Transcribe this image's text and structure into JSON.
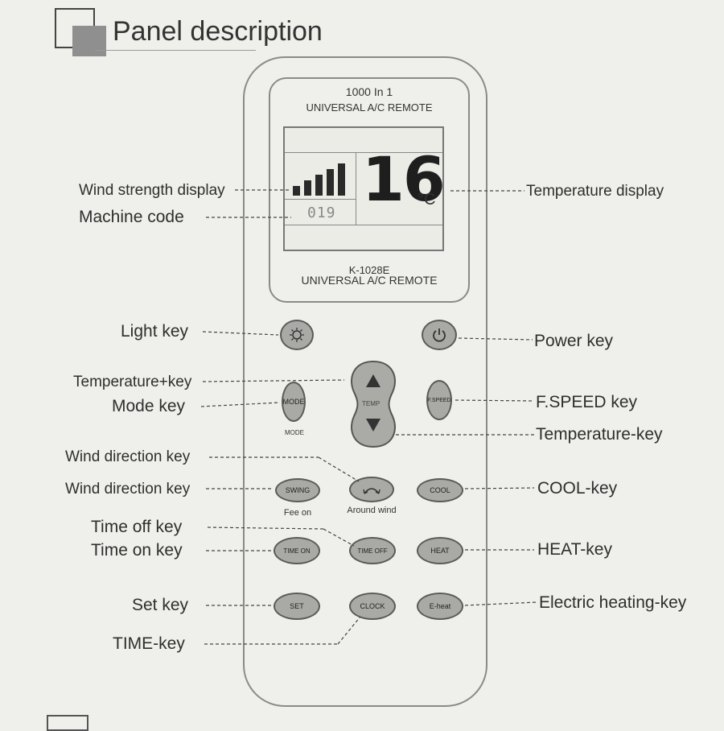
{
  "title": "Panel description",
  "remote": {
    "header_line1": "1000 In 1",
    "header_line2": "UNIVERSAL A/C REMOTE",
    "footer_line1": "K-1028E",
    "footer_line2": "UNIVERSAL A/C REMOTE"
  },
  "lcd": {
    "temperature": "16",
    "unit": "°C",
    "machine_code": "019",
    "wind_bars": 5
  },
  "buttons": {
    "mode": "MODE",
    "temp_center": "TEMP",
    "fspeed": "F.SPEED",
    "swing": "SWING",
    "swing_caption": "Fee on",
    "around": "Around wind",
    "cool": "COOL",
    "time_on": "TIME ON",
    "time_off": "TIME OFF",
    "heat": "HEAT",
    "set": "SET",
    "clock": "CLOCK",
    "eheat": "E-heat"
  },
  "labels": {
    "wind_strength": "Wind strength display",
    "machine_code": "Machine code",
    "temperature_display": "Temperature display",
    "light_key": "Light key",
    "power_key": "Power key",
    "temp_plus": "Temperature+key",
    "mode_key": "Mode key",
    "fspeed_key": "F.SPEED key",
    "temp_minus": "Temperature-key",
    "wind_dir_1": "Wind direction key",
    "wind_dir_2": "Wind direction key",
    "cool_key": "COOL-key",
    "time_off_key": "Time off key",
    "time_on_key": "Time on key",
    "heat_key": "HEAT-key",
    "set_key": "Set key",
    "electric_heating": "Electric heating-key",
    "time_key": "TIME-key"
  }
}
